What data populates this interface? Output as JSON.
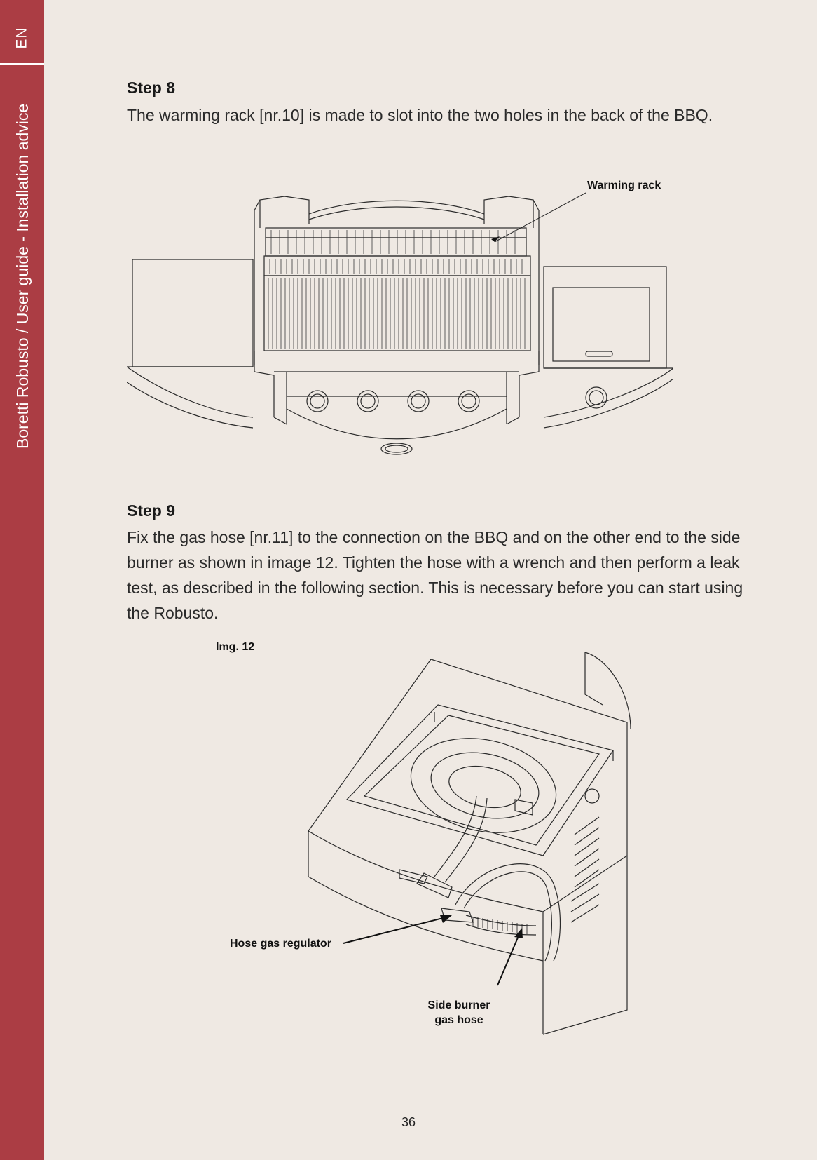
{
  "sidebar": {
    "language": "EN",
    "title": "Boretti Robusto / User guide - Installation advice"
  },
  "steps": [
    {
      "heading": "Step 8",
      "text": "The warming rack [nr.10] is made to slot into the two holes in the back of the BBQ."
    },
    {
      "heading": "Step 9",
      "text": "Fix the gas hose [nr.11] to the connection on the BBQ and on the other end to the side burner as shown in image 12. Tighten the hose with a wrench and then perform a leak test, as described in the following section. This is necessary before you can start using the Robusto."
    }
  ],
  "figure1": {
    "label_warming_rack": "Warming rack"
  },
  "figure2": {
    "caption": "Img.  12",
    "label_hose_regulator": "Hose gas regulator",
    "label_side_burner_line1": "Side burner",
    "label_side_burner_line2": "gas hose"
  },
  "page_number": "36",
  "colors": {
    "sidebar": "#ab3d44",
    "background": "#efe9e3"
  }
}
